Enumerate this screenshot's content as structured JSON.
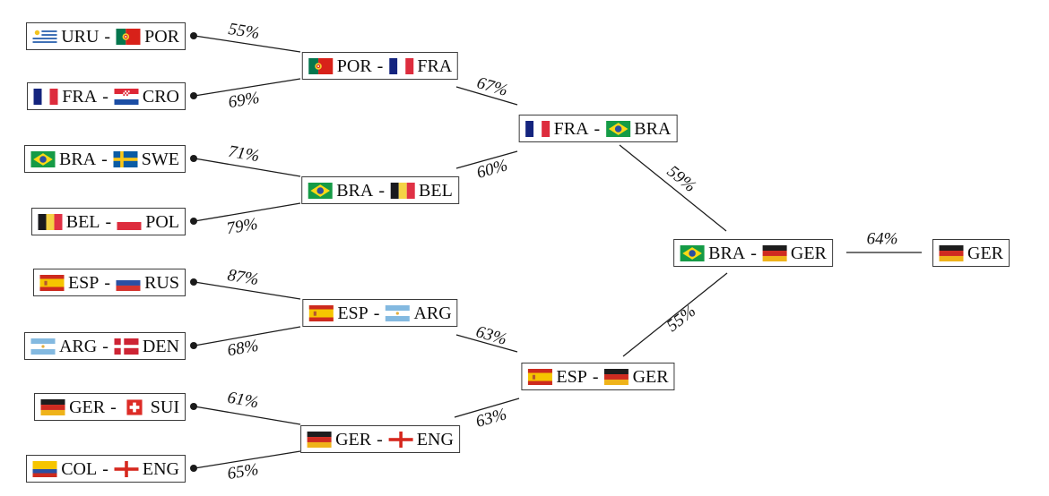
{
  "page": {
    "background": "#ffffff",
    "separator": "-",
    "line_color": "#1c1c1c"
  },
  "bracket": {
    "round_of_16": [
      {
        "team1": "URU",
        "team1_flag": "flag-uru",
        "team2": "POR",
        "team2_flag": "flag-por",
        "advance_pct": "55%"
      },
      {
        "team1": "FRA",
        "team1_flag": "flag-fra",
        "team2": "CRO",
        "team2_flag": "flag-cro",
        "advance_pct": "69%"
      },
      {
        "team1": "BRA",
        "team1_flag": "flag-bra",
        "team2": "SWE",
        "team2_flag": "flag-swe",
        "advance_pct": "71%"
      },
      {
        "team1": "BEL",
        "team1_flag": "flag-bel",
        "team2": "POL",
        "team2_flag": "flag-pol",
        "advance_pct": "79%"
      },
      {
        "team1": "ESP",
        "team1_flag": "flag-esp",
        "team2": "RUS",
        "team2_flag": "flag-rus",
        "advance_pct": "87%"
      },
      {
        "team1": "ARG",
        "team1_flag": "flag-arg",
        "team2": "DEN",
        "team2_flag": "flag-den",
        "advance_pct": "68%"
      },
      {
        "team1": "GER",
        "team1_flag": "flag-ger",
        "team2": "SUI",
        "team2_flag": "flag-sui",
        "advance_pct": "61%"
      },
      {
        "team1": "COL",
        "team1_flag": "flag-col",
        "team2": "ENG",
        "team2_flag": "flag-eng",
        "advance_pct": "65%"
      }
    ],
    "quarterfinals": [
      {
        "team1": "POR",
        "team1_flag": "flag-por",
        "team2": "FRA",
        "team2_flag": "flag-fra",
        "advance_pct": "67%"
      },
      {
        "team1": "BRA",
        "team1_flag": "flag-bra",
        "team2": "BEL",
        "team2_flag": "flag-bel",
        "advance_pct": "60%"
      },
      {
        "team1": "ESP",
        "team1_flag": "flag-esp",
        "team2": "ARG",
        "team2_flag": "flag-arg",
        "advance_pct": "63%"
      },
      {
        "team1": "GER",
        "team1_flag": "flag-ger",
        "team2": "ENG",
        "team2_flag": "flag-eng",
        "advance_pct": "63%"
      }
    ],
    "semifinals": [
      {
        "team1": "FRA",
        "team1_flag": "flag-fra",
        "team2": "BRA",
        "team2_flag": "flag-bra",
        "advance_pct": "59%"
      },
      {
        "team1": "ESP",
        "team1_flag": "flag-esp",
        "team2": "GER",
        "team2_flag": "flag-ger",
        "advance_pct": "55%"
      }
    ],
    "final": [
      {
        "team1": "BRA",
        "team1_flag": "flag-bra",
        "team2": "GER",
        "team2_flag": "flag-ger",
        "advance_pct": "64%"
      }
    ],
    "winner": {
      "team": "GER",
      "flag": "flag-ger"
    }
  }
}
